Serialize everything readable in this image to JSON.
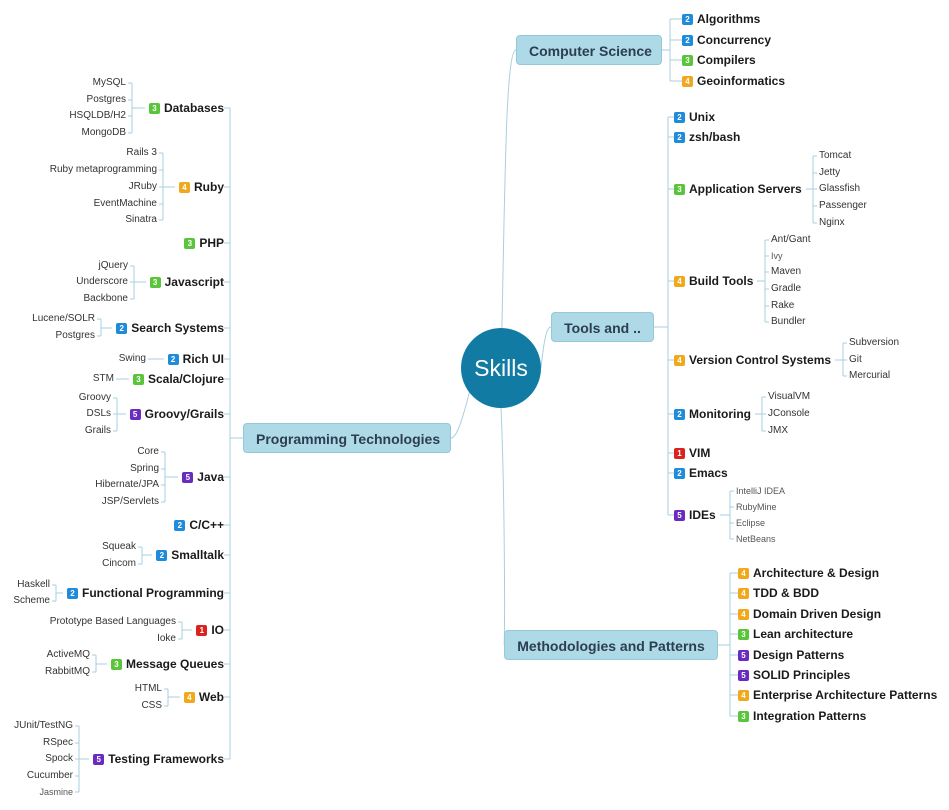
{
  "center": {
    "label": "Skills"
  },
  "branches": {
    "cs": "Computer Science",
    "tools": "Tools and ..",
    "prog": "Programming Technologies",
    "meth": "Methodologies and Patterns"
  },
  "computer_science": [
    {
      "label": "Algorithms",
      "level": "2"
    },
    {
      "label": "Concurrency",
      "level": "2"
    },
    {
      "label": "Compilers",
      "level": "3"
    },
    {
      "label": "Geoinformatics",
      "level": "4"
    }
  ],
  "tools": [
    {
      "label": "Unix",
      "level": "2"
    },
    {
      "label": "zsh/bash",
      "level": "2"
    },
    {
      "label": "Application Servers",
      "level": "3",
      "items": [
        "Tomcat",
        "Jetty",
        "Glassfish",
        "Passenger",
        "Nginx"
      ]
    },
    {
      "label": "Build Tools",
      "level": "4",
      "items": [
        "Ant/Gant",
        "Ivy",
        "Maven",
        "Gradle",
        "Rake",
        "Bundler"
      ]
    },
    {
      "label": "Version Control Systems",
      "level": "4",
      "items": [
        "Subversion",
        "Git",
        "Mercurial"
      ]
    },
    {
      "label": "Monitoring",
      "level": "2",
      "items": [
        "VisualVM",
        "JConsole",
        "JMX"
      ]
    },
    {
      "label": "VIM",
      "level": "1"
    },
    {
      "label": "Emacs",
      "level": "2"
    },
    {
      "label": "IDEs",
      "level": "5",
      "items": [
        "IntelliJ IDEA",
        "RubyMine",
        "Eclipse",
        "NetBeans"
      ]
    }
  ],
  "methodologies": [
    {
      "label": "Architecture & Design",
      "level": "4"
    },
    {
      "label": "TDD & BDD",
      "level": "4"
    },
    {
      "label": "Domain Driven Design",
      "level": "4"
    },
    {
      "label": "Lean architecture",
      "level": "3"
    },
    {
      "label": "Design Patterns",
      "level": "5"
    },
    {
      "label": "SOLID Principles",
      "level": "5"
    },
    {
      "label": "Enterprise Architecture Patterns",
      "level": "4"
    },
    {
      "label": "Integration Patterns",
      "level": "3"
    }
  ],
  "programming": [
    {
      "label": "Databases",
      "level": "3",
      "items": [
        "MySQL",
        "Postgres",
        "HSQLDB/H2",
        "MongoDB"
      ]
    },
    {
      "label": "Ruby",
      "level": "4",
      "items": [
        "Rails 3",
        "Ruby metaprogramming",
        "JRuby",
        "EventMachine",
        "Sinatra"
      ]
    },
    {
      "label": "PHP",
      "level": "3"
    },
    {
      "label": "Javascript",
      "level": "3",
      "items": [
        "jQuery",
        "Underscore",
        "Backbone"
      ]
    },
    {
      "label": "Search Systems",
      "level": "2",
      "items": [
        "Lucene/SOLR",
        "Postgres"
      ]
    },
    {
      "label": "Rich UI",
      "level": "2",
      "items": [
        "Swing"
      ]
    },
    {
      "label": "Scala/Clojure",
      "level": "3",
      "items": [
        "STM"
      ]
    },
    {
      "label": "Groovy/Grails",
      "level": "5",
      "items": [
        "Groovy",
        "DSLs",
        "Grails"
      ]
    },
    {
      "label": "Java",
      "level": "5",
      "items": [
        "Core",
        "Spring",
        "Hibernate/JPA",
        "JSP/Servlets"
      ]
    },
    {
      "label": "C/C++",
      "level": "2"
    },
    {
      "label": "Smalltalk",
      "level": "2",
      "items": [
        "Squeak",
        "Cincom"
      ]
    },
    {
      "label": "Functional Programming",
      "level": "2",
      "items": [
        "Haskell",
        "Scheme"
      ]
    },
    {
      "label": "IO",
      "level": "1",
      "items": [
        "Prototype Based Languages",
        "Ioke"
      ]
    },
    {
      "label": "Message Queues",
      "level": "3",
      "items": [
        "ActiveMQ",
        "RabbitMQ"
      ]
    },
    {
      "label": "Web",
      "level": "4",
      "items": [
        "HTML",
        "CSS"
      ]
    },
    {
      "label": "Testing Frameworks",
      "level": "5",
      "items": [
        "JUnit/TestNG",
        "RSpec",
        "Spock",
        "Cucumber",
        "Jasmine"
      ]
    }
  ]
}
